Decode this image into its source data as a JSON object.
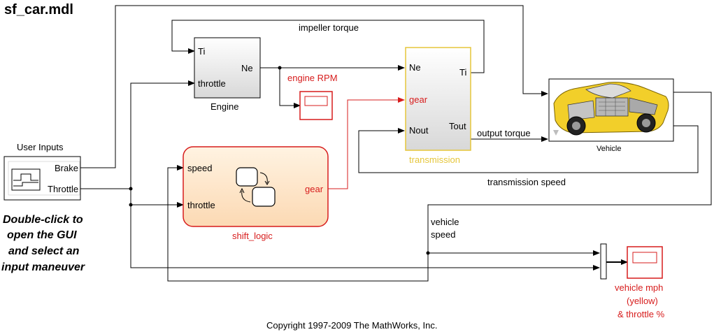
{
  "model_title": "sf_car.mdl",
  "user_inputs": {
    "title": "User Inputs",
    "port_brake": "Brake",
    "port_throttle": "Throttle"
  },
  "instructions": [
    "Double-click to",
    "open the GUI",
    "and select an",
    "input maneuver"
  ],
  "engine": {
    "name": "Engine",
    "port_ti": "Ti",
    "port_throttle": "throttle",
    "port_ne": "Ne"
  },
  "engine_rpm_scope": "engine RPM",
  "transmission": {
    "name": "transmission",
    "port_ne": "Ne",
    "port_gear": "gear",
    "port_nout": "Nout",
    "port_ti": "Ti",
    "port_tout": "Tout"
  },
  "shift_logic": {
    "name": "shift_logic",
    "port_speed": "speed",
    "port_throttle": "throttle",
    "port_gear": "gear"
  },
  "vehicle": {
    "name": "Vehicle"
  },
  "signals": {
    "impeller_torque": "impeller torque",
    "output_torque": "output torque",
    "transmission_speed": "transmission speed",
    "vehicle_speed": [
      "vehicle",
      "speed"
    ]
  },
  "mph_scope": [
    "vehicle mph",
    "(yellow)",
    "& throttle %"
  ],
  "copyright": "Copyright 1997-2009 The MathWorks, Inc.",
  "colors": {
    "stateflow_red": "#d71c1c",
    "transmission_border": "#e5c63a",
    "stateflow_fill": "#fde6c8",
    "block_fill": "#e6e6e6"
  }
}
